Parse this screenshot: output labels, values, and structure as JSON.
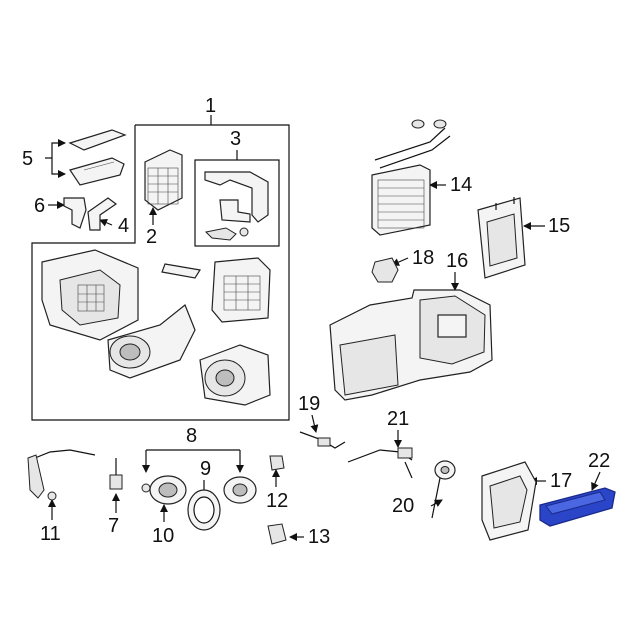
{
  "callouts": {
    "c1": "1",
    "c2": "2",
    "c3": "3",
    "c4": "4",
    "c5": "5",
    "c6": "6",
    "c7": "7",
    "c8": "8",
    "c9": "9",
    "c10": "10",
    "c11": "11",
    "c12": "12",
    "c13": "13",
    "c14": "14",
    "c15": "15",
    "c16": "16",
    "c17": "17",
    "c18": "18",
    "c19": "19",
    "c20": "20",
    "c21": "21",
    "c22": "22"
  },
  "highlight_color": "#2a45c8",
  "highlighted_part": "22"
}
